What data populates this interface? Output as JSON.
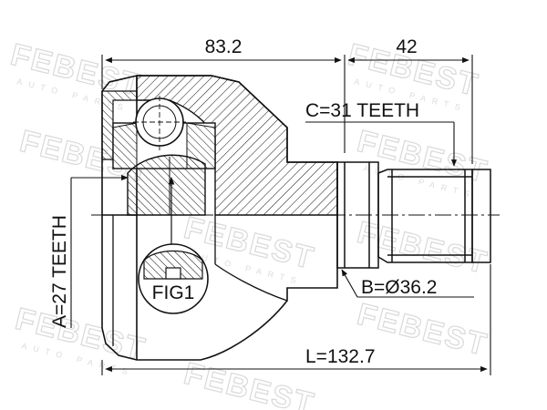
{
  "watermark": {
    "brand": "FEBEST",
    "tagline": "AUTO PARTS"
  },
  "dimensions": {
    "body_length": "83.2",
    "shaft_length": "42",
    "outer_teeth": "C=31 TEETH",
    "inner_teeth": "A=27 TEETH",
    "shaft_diameter": "B=Ø36.2",
    "total_length": "L=132.7"
  },
  "figure_label": "FIG1",
  "colors": {
    "line": "#111111",
    "watermark": "#d9d9d9"
  }
}
